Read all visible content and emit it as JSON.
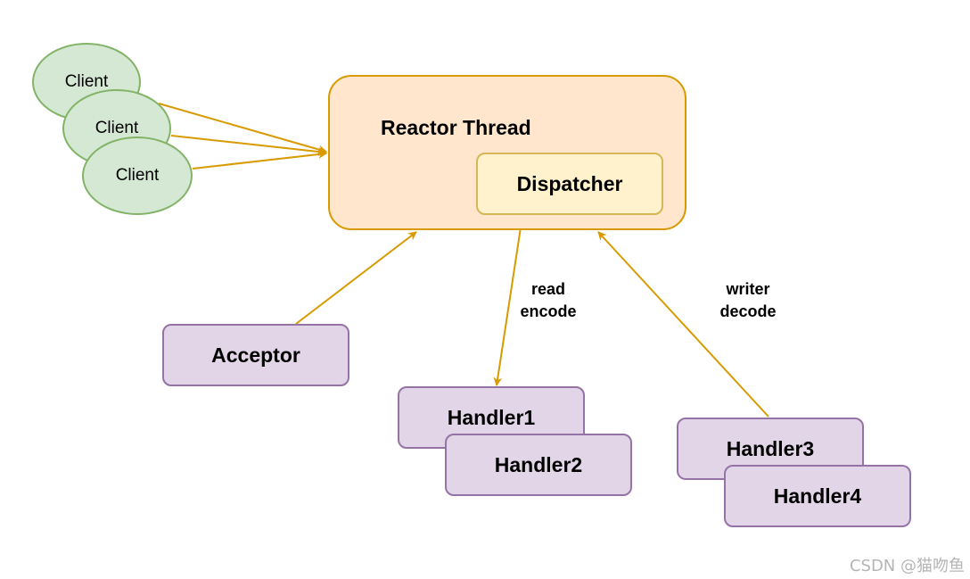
{
  "colors": {
    "client_fill": "#d5e8d4",
    "client_stroke": "#82b366",
    "reactor_fill": "#ffe6cc",
    "reactor_stroke": "#d79b00",
    "dispatcher_fill": "#fff2cc",
    "dispatcher_stroke": "#d6b656",
    "handler_fill": "#e1d5e7",
    "handler_stroke": "#9673a6",
    "arrow": "#d79b00"
  },
  "nodes": {
    "client1": "Client",
    "client2": "Client",
    "client3": "Client",
    "reactor_title": "Reactor Thread",
    "dispatcher": "Dispatcher",
    "acceptor": "Acceptor",
    "handler1": "Handler1",
    "handler2": "Handler2",
    "handler3": "Handler3",
    "handler4": "Handler4"
  },
  "edge_labels": {
    "dispatch_to_handler": "read\nencode",
    "handler_to_reactor": "writer\ndecode"
  },
  "watermark": "CSDN @猫吻鱼"
}
